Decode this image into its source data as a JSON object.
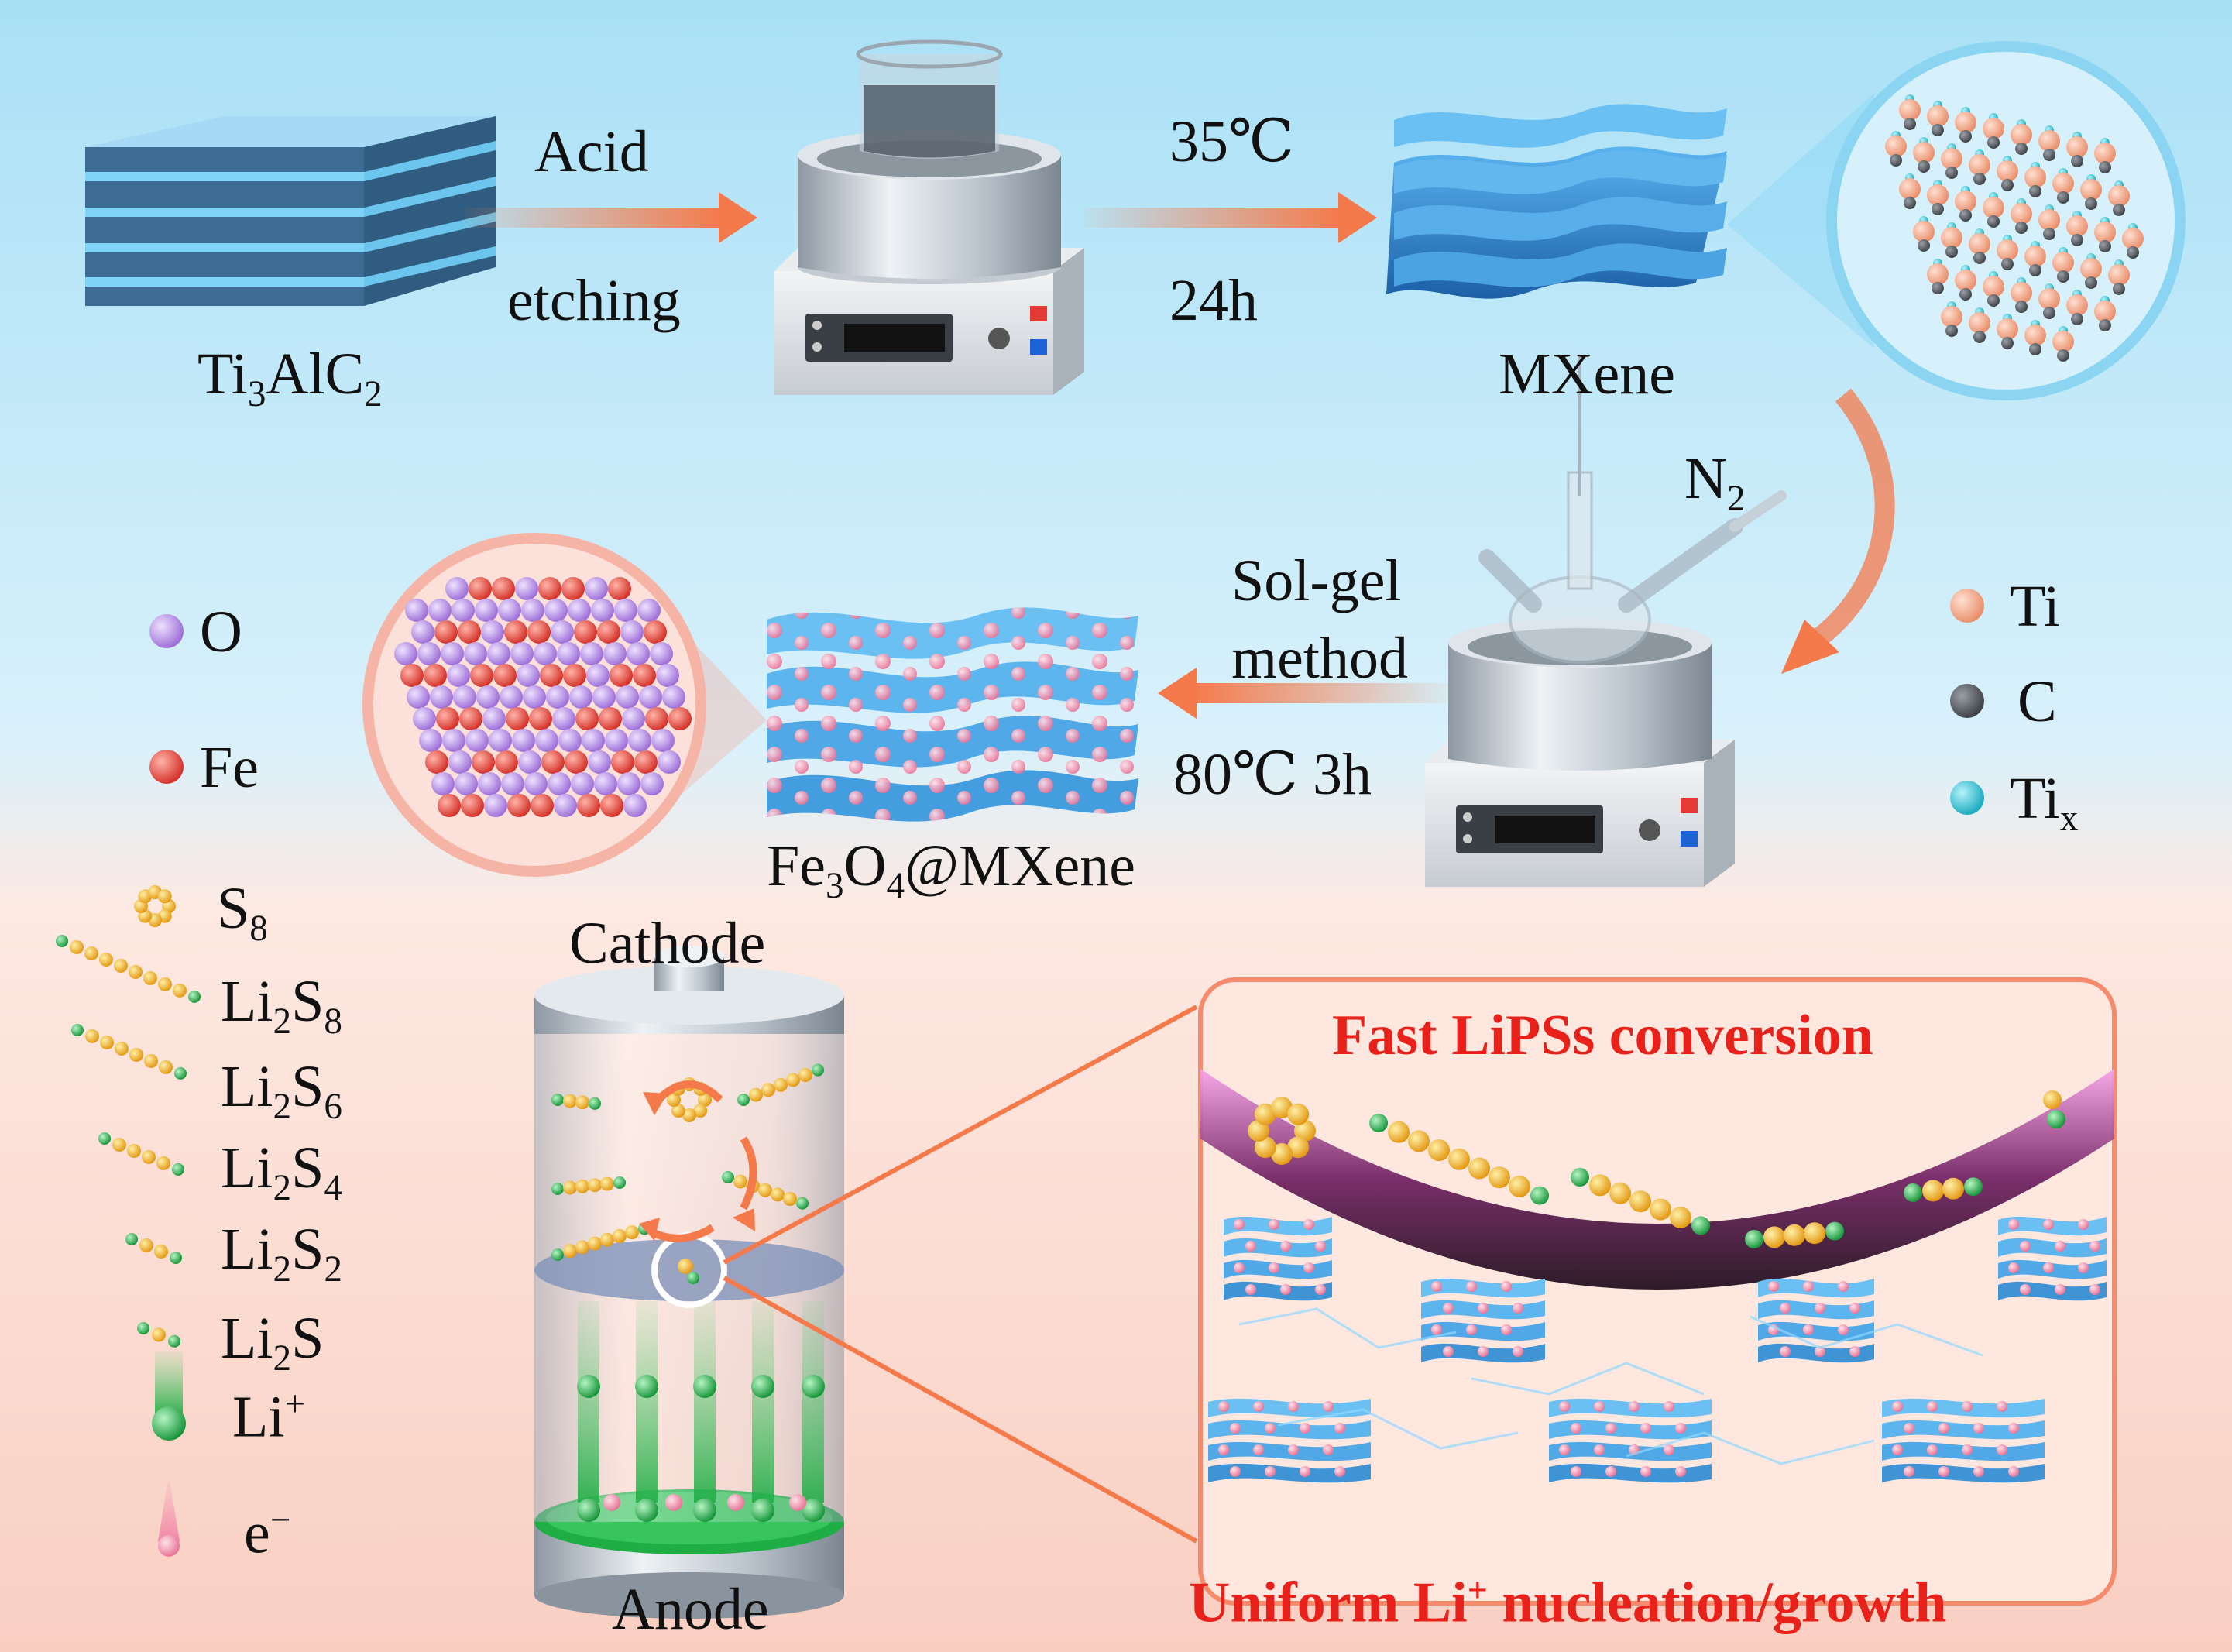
{
  "colors": {
    "top_bg": "#bfe7f7",
    "bottom_bg": "#fbd8cf",
    "arrow": "#f47a4b",
    "mxene_blue": "#2a7fc9",
    "ti": "#f4a98a",
    "c": "#555a60",
    "tix": "#25c5d8",
    "o": "#b58ee3",
    "fe": "#e5453e",
    "sulfur": "#f2b01e",
    "lithium": "#27b54a",
    "electron": "#f49ab4",
    "highlight_red": "#e8221a"
  },
  "steps": {
    "acid": "Acid",
    "etching": "etching",
    "temp1": "35℃",
    "time1": "24h",
    "solgel1": "Sol-gel",
    "solgel2": "method",
    "cond2": "80℃ 3h"
  },
  "materials": {
    "ti3alc2": {
      "a": "Ti",
      "s1": "3",
      "b": "AlC",
      "s2": "2"
    },
    "mxene": "MXene",
    "n2": {
      "a": "N",
      "s": "2"
    },
    "fe3o4": {
      "a": "Fe",
      "s1": "3",
      "b": "O",
      "s2": "4",
      "c": "@MXene"
    }
  },
  "legend_top": {
    "ti": "Ti",
    "c": "C",
    "tix": {
      "a": "Ti",
      "s": "x"
    },
    "o": "O",
    "fe": "Fe"
  },
  "legend_species": {
    "s8": {
      "a": "S",
      "s": "8"
    },
    "li2s8": {
      "a": "Li",
      "s1": "2",
      "b": "S",
      "s2": "8"
    },
    "li2s6": {
      "a": "Li",
      "s1": "2",
      "b": "S",
      "s2": "6"
    },
    "li2s4": {
      "a": "Li",
      "s1": "2",
      "b": "S",
      "s2": "4"
    },
    "li2s2": {
      "a": "Li",
      "s1": "2",
      "b": "S",
      "s2": "2"
    },
    "li2s": {
      "a": "Li",
      "s1": "2",
      "b": "S"
    },
    "li_ion": {
      "a": "Li",
      "sup": "+"
    },
    "electron": {
      "a": "e",
      "sup": "−"
    }
  },
  "battery": {
    "cathode": "Cathode",
    "anode": "Anode"
  },
  "callouts": {
    "fast": "Fast LiPSs conversion",
    "uniform_a": "Uniform  Li",
    "uniform_sup": "+",
    "uniform_b": " nucleation/growth"
  }
}
